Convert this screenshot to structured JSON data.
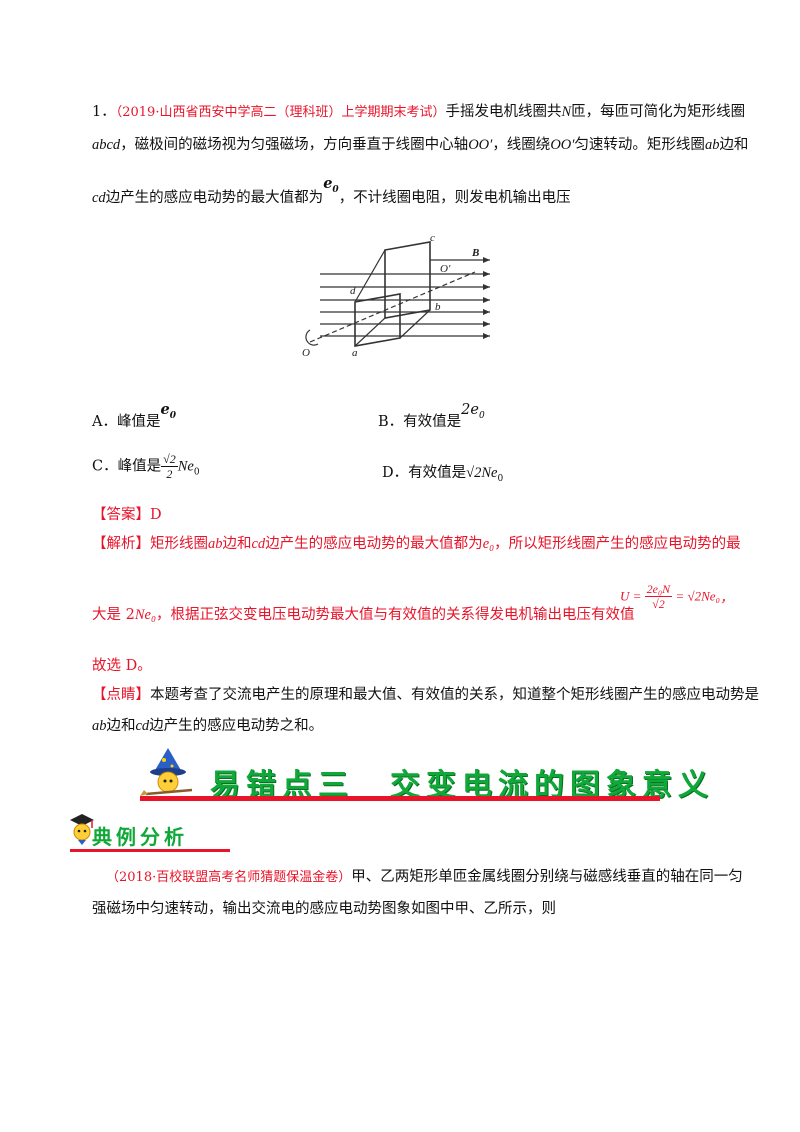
{
  "q1": {
    "number": "1．",
    "source": "（2019·山西省西安中学高二（理科班）上学期期末考试）",
    "l1_text": "手摇发电机线圈共",
    "l1_N": "N",
    "l1_text2": "匝，每匝可简化为矩形线圈",
    "l2_abcd": "abcd",
    "l2_text": "，磁极间的磁场视为匀强磁场，方向垂直于线圈中心轴",
    "l2_OO1": "OO′",
    "l2_text2": "，线圈绕",
    "l2_OO2": "OO′",
    "l2_text3": "匀速转动。矩形线圈",
    "l2_ab": "ab",
    "l2_text4": "边和",
    "l3_cd": "cd",
    "l3_text": "边产生的感应电动势的最大值都为",
    "l3_e0": "e",
    "l3_e0_sub": "0",
    "l3_text2": "，不计线圈电阻，则发电机输出电压",
    "figure": {
      "label_c": "c",
      "label_B": "B",
      "label_O_top": "O′",
      "label_d": "d",
      "label_b": "b",
      "label_O_bottom": "O",
      "label_a": "a"
    },
    "options": {
      "A_label": "A．峰值是",
      "A_val": "e",
      "A_sub": "0",
      "B_label": "B．有效值是",
      "B_val": "2e",
      "B_sub": "0",
      "C_label": "C．峰值是",
      "C_num": "√2",
      "C_den": "2",
      "C_tail": "Ne",
      "C_sub": "0",
      "D_label": "D．有效值是",
      "D_val": "√2Ne",
      "D_sub": "0"
    },
    "answer_tag": "【答案】",
    "answer_val": "D",
    "analysis_tag": "【解析】",
    "analysis_l1a": "矩形线圈",
    "analysis_ab": "ab",
    "analysis_l1b": "边和",
    "analysis_cd": "cd",
    "analysis_l1c": "边产生的感应电动势的最大值都为",
    "analysis_e0": "e₀",
    "analysis_l1d": "，所以矩形线圈产生的感应电动势的最",
    "analysis_l2a": "大是 2",
    "analysis_Ne0": "Ne₀",
    "analysis_l2b": "，根据正弦交变电压电动势最大值与有效值的关系得发电机输出电压有效值",
    "analysis_formula_U": "U =",
    "analysis_formula_num": "2e₀N",
    "analysis_formula_den": "√2",
    "analysis_formula_eq": "= √2Ne₀",
    "analysis_formula_end": "，",
    "analysis_l3": "故选 D。",
    "comment_tag": "【点睛】",
    "comment_l1": "本题考查了交流电产生的原理和最大值、有效值的关系，知道整个矩形线圈产生的感应电动势是",
    "comment_ab": "ab",
    "comment_l2a": "边和",
    "comment_cd": "cd",
    "comment_l2b": "边产生的感应电动势之和。"
  },
  "section": {
    "title": "易错点三　交变电流的图象意义"
  },
  "subsection": {
    "title": "典例分析"
  },
  "q2": {
    "source": "（2018·百校联盟高考名师猜题保温金卷）",
    "l1_text": "甲、乙两矩形单匝金属线圈分别绕与磁感线垂直的轴在同一匀",
    "l2_text": "强磁场中匀速转动，输出交流电的感应电动势图象如图中甲、乙所示，则"
  },
  "colors": {
    "accent_red": "#e8142a",
    "banner_green": "#10a838"
  }
}
